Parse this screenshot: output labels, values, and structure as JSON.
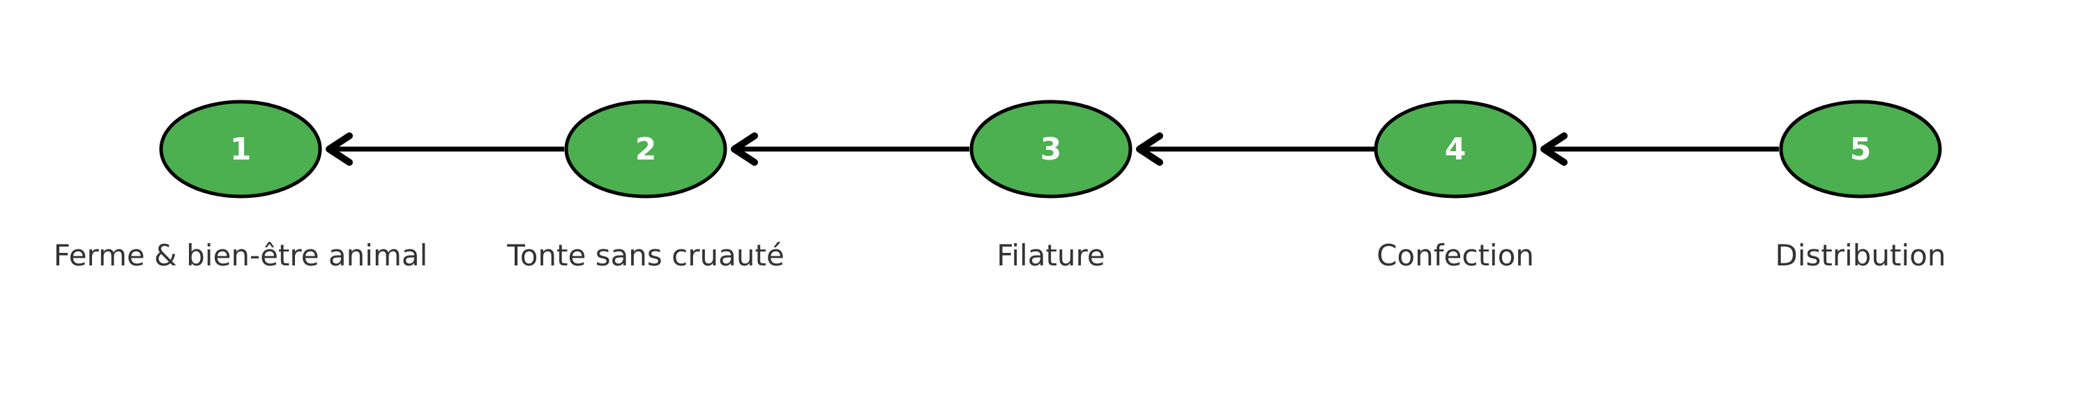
{
  "diagram": {
    "type": "flow",
    "direction": "right-to-left",
    "stages": [
      {
        "number": "1",
        "label": "Ferme & bien-être animal"
      },
      {
        "number": "2",
        "label": "Tonte sans cruauté"
      },
      {
        "number": "3",
        "label": "Filature"
      },
      {
        "number": "4",
        "label": "Confection"
      },
      {
        "number": "5",
        "label": "Distribution"
      }
    ],
    "arrows": [
      {
        "from": "2",
        "to": "1"
      },
      {
        "from": "3",
        "to": "2"
      },
      {
        "from": "4",
        "to": "3"
      },
      {
        "from": "5",
        "to": "4"
      }
    ],
    "colors": {
      "node_fill": "#4caf50",
      "node_border": "#000000",
      "arrow": "#000000",
      "number_text": "#ffffff",
      "label_text": "#333333",
      "background": "#ffffff"
    }
  }
}
